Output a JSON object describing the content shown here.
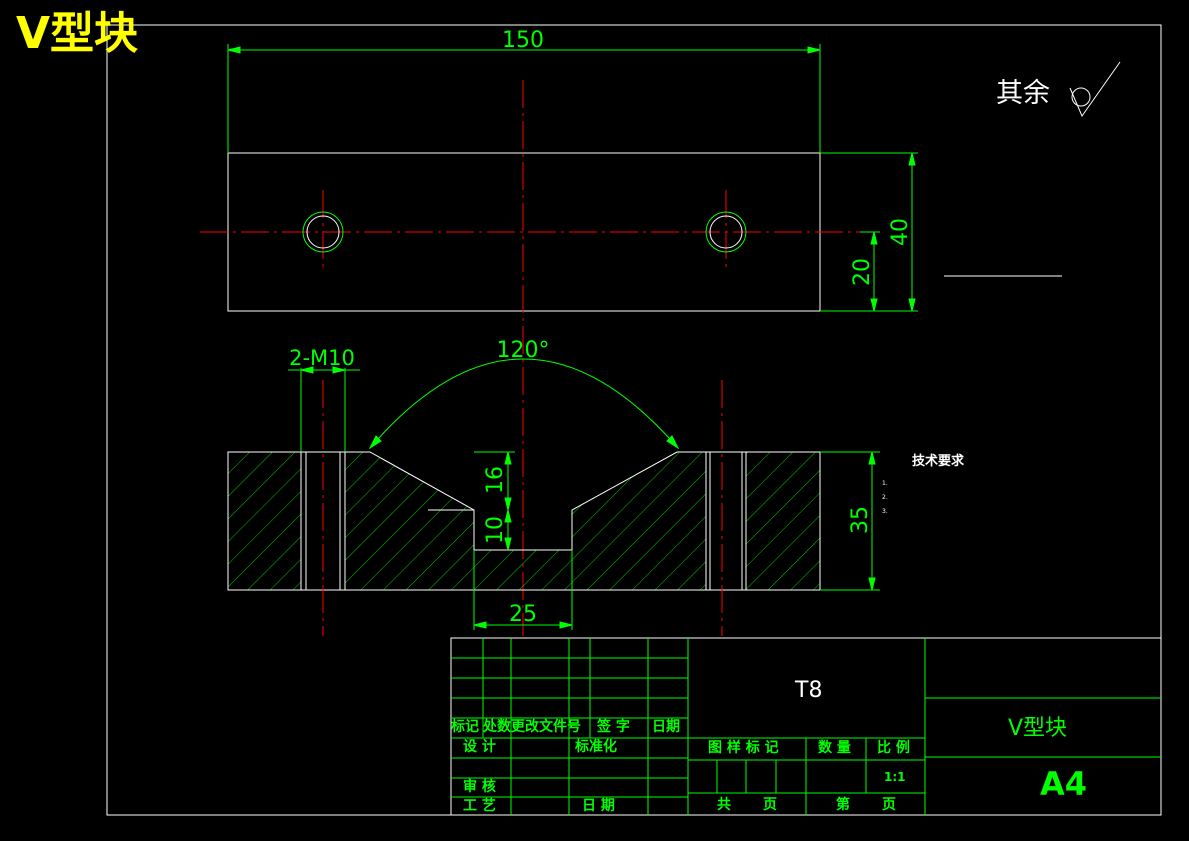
{
  "title_main": "V型块",
  "surface_other": "其余",
  "dimensions": {
    "overall_length": "150",
    "height_total": "40",
    "hole_center_height": "20",
    "thread_spec": "2-M10",
    "v_angle": "120°",
    "v_depth": "16",
    "slot_depth": "10",
    "slot_width": "25",
    "front_height": "35"
  },
  "tech_requirements": {
    "title": "技术要求",
    "lines": [
      "1.",
      "2.",
      "3."
    ]
  },
  "title_block": {
    "material": "T8",
    "part_name": "V型块",
    "paper_size": "A4",
    "scale_value": "1:1",
    "col_mark": "标记",
    "col_count": "处数",
    "col_change_doc": "更改文件号",
    "col_signature": "签 字",
    "col_date": "日期",
    "design": "设 计",
    "standardize": "标准化",
    "review": "审 核",
    "process": "工 艺",
    "date2": "日 期",
    "drawing_mark": "图 样 标 记",
    "quantity": "数 量",
    "scale": "比 例",
    "total": "共",
    "page1": "页",
    "sheet": "第",
    "page2": "页"
  },
  "colors": {
    "outline": "#ffffff",
    "dimension": "#00ff00",
    "centerline": "#ff0000",
    "title": "#ffff00",
    "background": "#000000"
  }
}
